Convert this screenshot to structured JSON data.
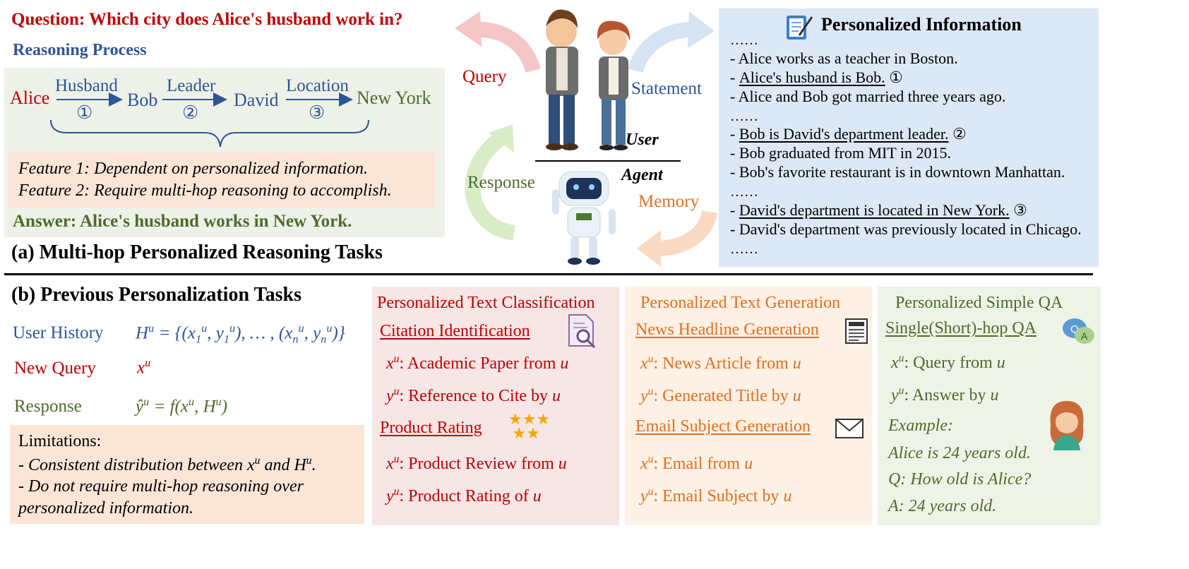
{
  "top": {
    "question": "Question: Which city does Alice's husband work in?",
    "reasoning_title": "Reasoning Process",
    "chain": {
      "nodes": [
        "Alice",
        "Bob",
        "David",
        "New York"
      ],
      "edges": [
        "Husband",
        "Leader",
        "Location"
      ],
      "markers": [
        "①",
        "②",
        "③"
      ]
    },
    "features": [
      "Feature 1: Dependent on personalized information.",
      "Feature 2: Require multi-hop reasoning to accomplish."
    ],
    "answer": "Answer: Alice's husband works in New York.",
    "section_title": "(a) Multi-hop Personalized Reasoning Tasks"
  },
  "center": {
    "query": "Query",
    "statement": "Statement",
    "response": "Response",
    "memory": "Memory",
    "user": "User",
    "agent": "Agent"
  },
  "personal_info": {
    "title": "Personalized Information",
    "ellipsis": "……",
    "lines_1": [
      "- Alice works as a teacher in Boston."
    ],
    "underlined_1": "Alice's husband is Bob.",
    "marker_1": "①",
    "lines_1b": [
      "- Alice and Bob got married three years ago."
    ],
    "underlined_2": "Bob is David's department leader.",
    "marker_2": "②",
    "lines_2": [
      "- Bob graduated from MIT in 2015.",
      "- Bob's favorite restaurant is in downtown Manhattan."
    ],
    "underlined_3": "David's department is located in New York.",
    "marker_3": "③",
    "lines_3": [
      "- David's department was previously located in Chicago."
    ]
  },
  "bottom": {
    "section_title": "(b) Previous Personalization Tasks",
    "rows": {
      "history_label": "User History",
      "query_label": "New Query",
      "response_label": "Response"
    },
    "limitations": {
      "title": "Limitations:",
      "item1_prefix": "- Consistent distribution between",
      "item1_mid": "and",
      "item2": "- Do not require multi-hop reasoning over",
      "item2b": "personalized information."
    },
    "classification": {
      "title": "Personalized Text Classification",
      "task1": "Citation Identification",
      "task1_x": ": Academic Paper from",
      "task1_y": ": Reference to Cite by",
      "task2": "Product Rating",
      "task2_x": ": Product Review from",
      "task2_y": ": Product Rating of"
    },
    "generation": {
      "title": "Personalized Text Generation",
      "task1": "News Headline Generation",
      "task1_x": ": News Article from",
      "task1_y": ": Generated Title by",
      "task2": "Email Subject Generation",
      "task2_x": ": Email from",
      "task2_y": ": Email Subject by"
    },
    "qa": {
      "title": "Personalized Simple QA",
      "task": "Single(Short)-hop QA",
      "x": ": Query from",
      "y": ": Answer by",
      "example": "Example:",
      "ex1": "Alice is 24 years old.",
      "ex2": "Q: How old is Alice?",
      "ex3": "A: 24 years old."
    }
  },
  "colors": {
    "dark_red": "#c00000",
    "blue": "#2f5597",
    "green": "#4e6b2c",
    "orange": "#e4701e",
    "green_panel": "#edf1e8",
    "peach_panel": "#fbe5d6",
    "blue_panel": "#dce8f5",
    "pink_panel": "#f7e6e6",
    "light_orange_panel": "#fdf0e4",
    "light_green_panel": "#eef3e7"
  }
}
